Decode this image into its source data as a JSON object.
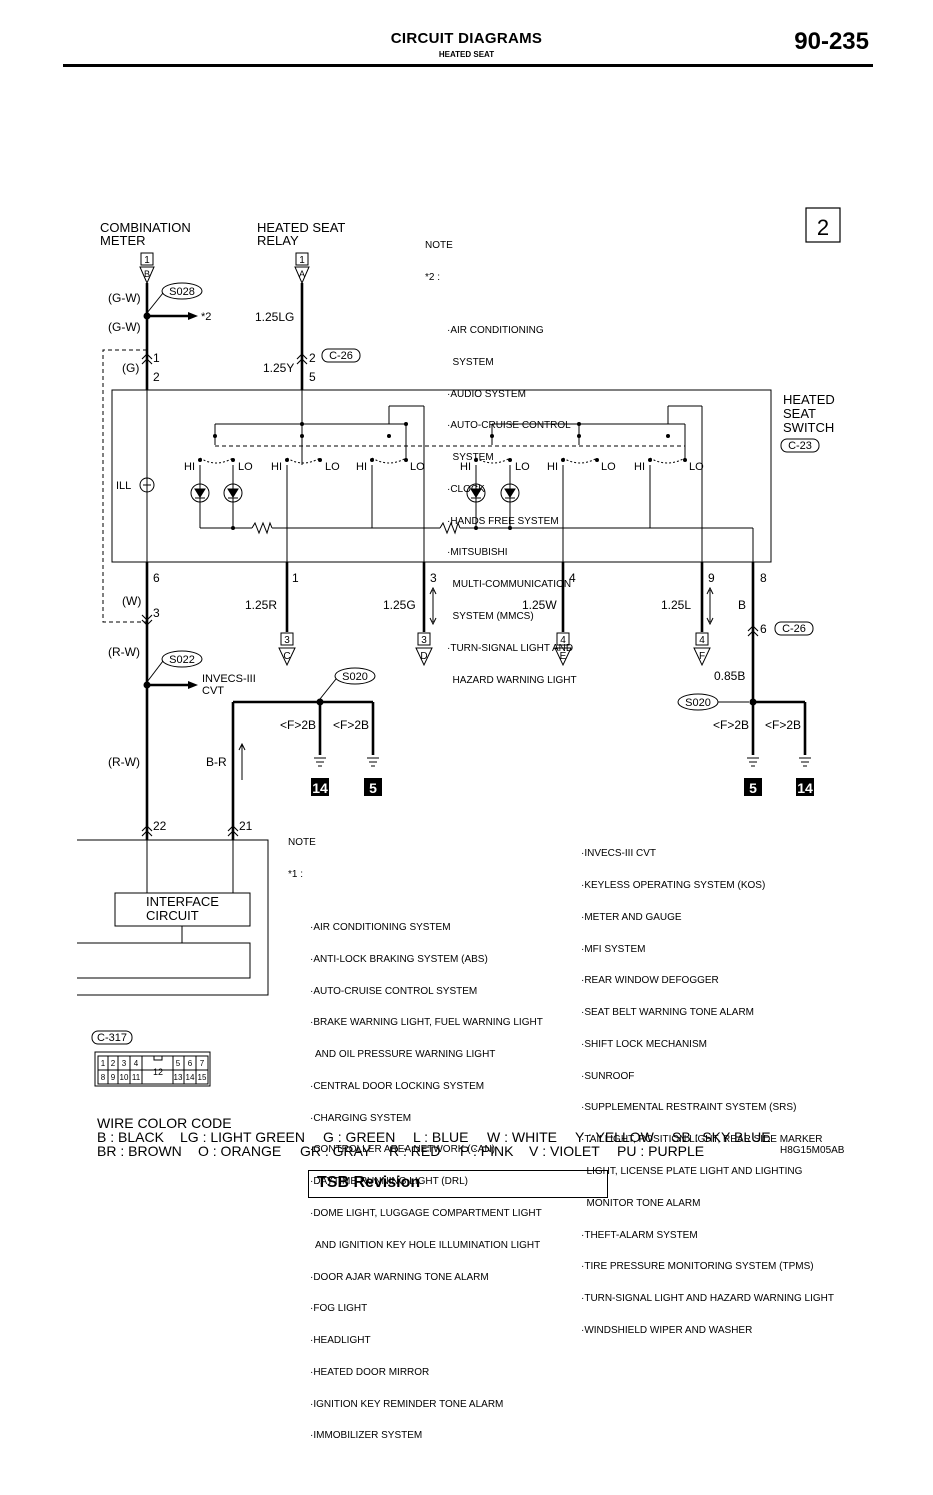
{
  "header": {
    "title": "CIRCUIT DIAGRAMS",
    "subtitle": "HEATED SEAT",
    "page_number": "90-235"
  },
  "sheet_index": "2",
  "components": {
    "combination_meter": [
      "COMBINATION",
      "METER"
    ],
    "heated_seat_relay": [
      "HEATED SEAT",
      "RELAY"
    ],
    "heated_seat_switch": [
      "HEATED",
      "SEAT",
      "SWITCH"
    ],
    "interface_circuit": [
      "INTERFACE",
      "CIRCUIT"
    ]
  },
  "connectors": {
    "c26": "C-26",
    "c23": "C-23",
    "c317": "C-317"
  },
  "splices": {
    "s028": "S028",
    "s022": "S022",
    "s020": "S020"
  },
  "terminals": {
    "cm": "B",
    "relay": "A",
    "t1": "1",
    "t2": "2",
    "t2b": "2",
    "t5": "5",
    "t6": "6",
    "t3": "3",
    "sw1": "1",
    "sw3": "3",
    "sw4": "4",
    "sw9": "9",
    "sw8": "8",
    "t6b": "6",
    "t22": "22",
    "t21": "21",
    "j3c": "3",
    "j3d": "3",
    "j4e": "4",
    "j4f": "4",
    "lc": "C",
    "ld": "D",
    "le": "E",
    "lf": "F",
    "ill": "ILL",
    "hi": "HI",
    "lo": "LO"
  },
  "wires": {
    "gw1": "(G-W)",
    "gw2": "(G-W)",
    "g": "(G)",
    "w": "(W)",
    "rw1": "(R-W)",
    "rw2": "(R-W)",
    "lg": "1.25LG",
    "y": "1.25Y",
    "r": "1.25R",
    "g2": "1.25G",
    "w2": "1.25W",
    "l": "1.25L",
    "b": "B",
    "b085": "0.85B",
    "br": "B-R",
    "f2b1": "<F>2B",
    "f2b2": "<F>2B",
    "f2b3": "<F>2B",
    "f2b4": "<F>2B"
  },
  "refs": {
    "star2": "*2",
    "invecs": [
      "INVECS-III",
      "CVT"
    ]
  },
  "grounds": {
    "g14a": "14",
    "g5a": "5",
    "g5b": "5",
    "g14b": "14"
  },
  "connector_pins": {
    "row1": [
      "1",
      "2",
      "3",
      "4",
      "5",
      "6",
      "7"
    ],
    "row2": [
      "8",
      "9",
      "10",
      "11",
      "13",
      "14",
      "15"
    ],
    "center": "12"
  },
  "note_top": {
    "label": "NOTE",
    "marker": "*2 :",
    "lines": [
      "·AIR CONDITIONING",
      "  SYSTEM",
      "·AUDIO SYSTEM",
      "·AUTO-CRUISE CONTROL",
      "  SYSTEM",
      "·CLOCK",
      "·HANDS FREE SYSTEM",
      "·MITSUBISHI",
      "  MULTI-COMMUNICATION",
      "  SYSTEM (MMCS)",
      "·TURN-SIGNAL LIGHT AND",
      "  HAZARD WARNING LIGHT"
    ]
  },
  "note_bottom": {
    "label": "NOTE",
    "marker": "*1 :",
    "col1": [
      "·AIR CONDITIONING SYSTEM",
      "·ANTI-LOCK BRAKING SYSTEM (ABS)",
      "·AUTO-CRUISE CONTROL SYSTEM",
      "·BRAKE WARNING LIGHT, FUEL WARNING LIGHT",
      "  AND OIL PRESSURE WARNING LIGHT",
      "·CENTRAL DOOR LOCKING SYSTEM",
      "·CHARGING SYSTEM",
      "·CONTROLLER AREA NETWORK (CAN)",
      "·DAYTIME RUNNING LIGHT (DRL)",
      "·DOME LIGHT, LUGGAGE COMPARTMENT LIGHT",
      "  AND IGNITION KEY HOLE ILLUMINATION LIGHT",
      "·DOOR AJAR WARNING TONE ALARM",
      "·FOG LIGHT",
      "·HEADLIGHT",
      "·HEATED DOOR MIRROR",
      "·IGNITION KEY REMINDER TONE ALARM",
      "·IMMOBILIZER SYSTEM"
    ],
    "col2": [
      "·INVECS-III CVT",
      "·KEYLESS OPERATING SYSTEM (KOS)",
      "·METER AND GAUGE",
      "·MFI SYSTEM",
      "·REAR WINDOW DEFOGGER",
      "·SEAT BELT WARNING TONE ALARM",
      "·SHIFT LOCK MECHANISM",
      "·SUNROOF",
      "·SUPPLEMENTAL RESTRAINT SYSTEM (SRS)",
      "·TAILLIGHT, POSITION LIGHT, REAR SIDE MARKER",
      "  LIGHT, LICENSE PLATE LIGHT AND LIGHTING",
      "  MONITOR TONE ALARM",
      "·THEFT-ALARM SYSTEM",
      "·TIRE PRESSURE MONITORING SYSTEM (TPMS)",
      "·TURN-SIGNAL LIGHT AND HAZARD WARNING LIGHT",
      "·WINDSHIELD WIPER AND WASHER"
    ]
  },
  "wire_color_code": {
    "title": "WIRE COLOR CODE",
    "row1": [
      "B : BLACK",
      "LG : LIGHT GREEN",
      "G : GREEN",
      "L : BLUE",
      "W : WHITE",
      "Y : YELLOW",
      "SB : SKY BLUE"
    ],
    "row2": [
      "BR : BROWN",
      "O : ORANGE",
      "GR : GRAY",
      "R : RED",
      "P : PINK",
      "V : VIOLET",
      "PU : PURPLE"
    ]
  },
  "figure_code": "H8G15M05AB",
  "tsb_label": "TSB Revision"
}
